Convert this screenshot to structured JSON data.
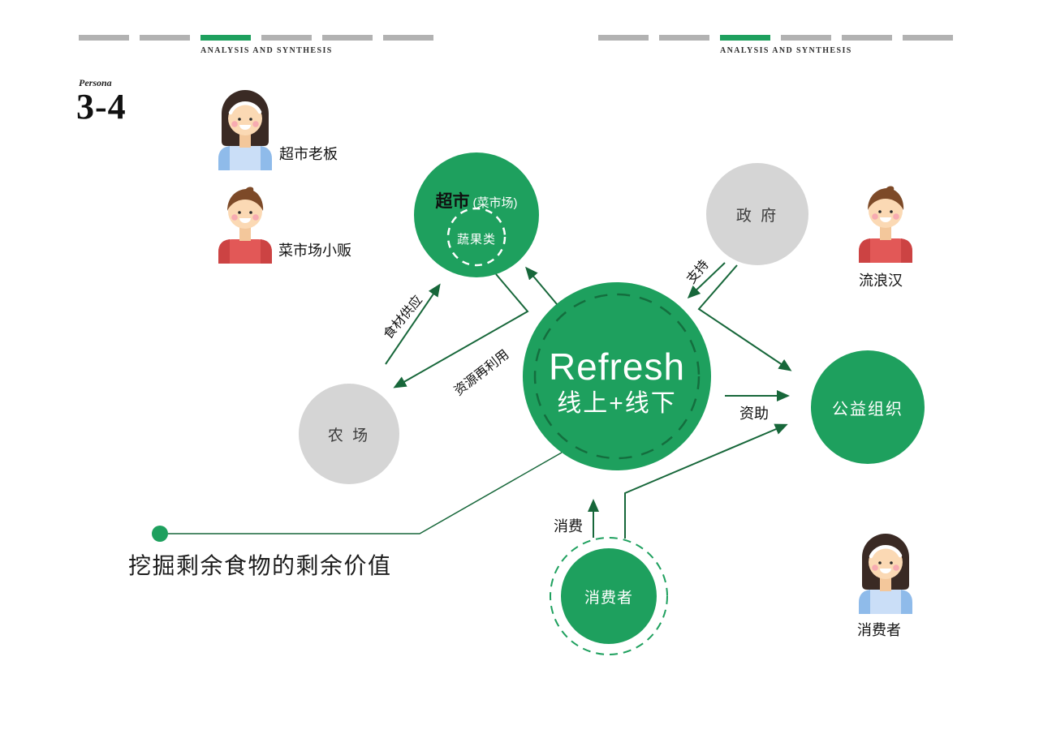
{
  "headers": [
    {
      "label": "ANALYSIS AND SYNTHESIS"
    },
    {
      "label": "ANALYSIS AND SYNTHESIS"
    }
  ],
  "page": {
    "persona_label": "Persona",
    "page_number": "3-4",
    "tagline": "挖掘剩余食物的剩余价值"
  },
  "personas": [
    {
      "label": "超市老板"
    },
    {
      "label": "菜市场小贩"
    },
    {
      "label": "流浪汉"
    },
    {
      "label": "消费者"
    }
  ],
  "nodes": {
    "supermarket": {
      "title": "超市",
      "subtitle": "(菜市场)",
      "inner_label": "蔬果类"
    },
    "government": {
      "label": "政 府"
    },
    "farm": {
      "label": "农 场"
    },
    "refresh": {
      "title": "Refresh",
      "subtitle": "线上+线下"
    },
    "charity": {
      "label": "公益组织"
    },
    "consumer": {
      "label": "消费者"
    }
  },
  "edge_labels": {
    "food_supply": "食材供应",
    "resource_reuse": "资源再利用",
    "support": "支持",
    "funding": "资助",
    "consume": "消费"
  },
  "colors": {
    "accent_green": "#1ea05e",
    "line_dark_green": "#17673a",
    "circle_gray": "#d5d5d5",
    "bar_gray": "#b2b2b2"
  }
}
